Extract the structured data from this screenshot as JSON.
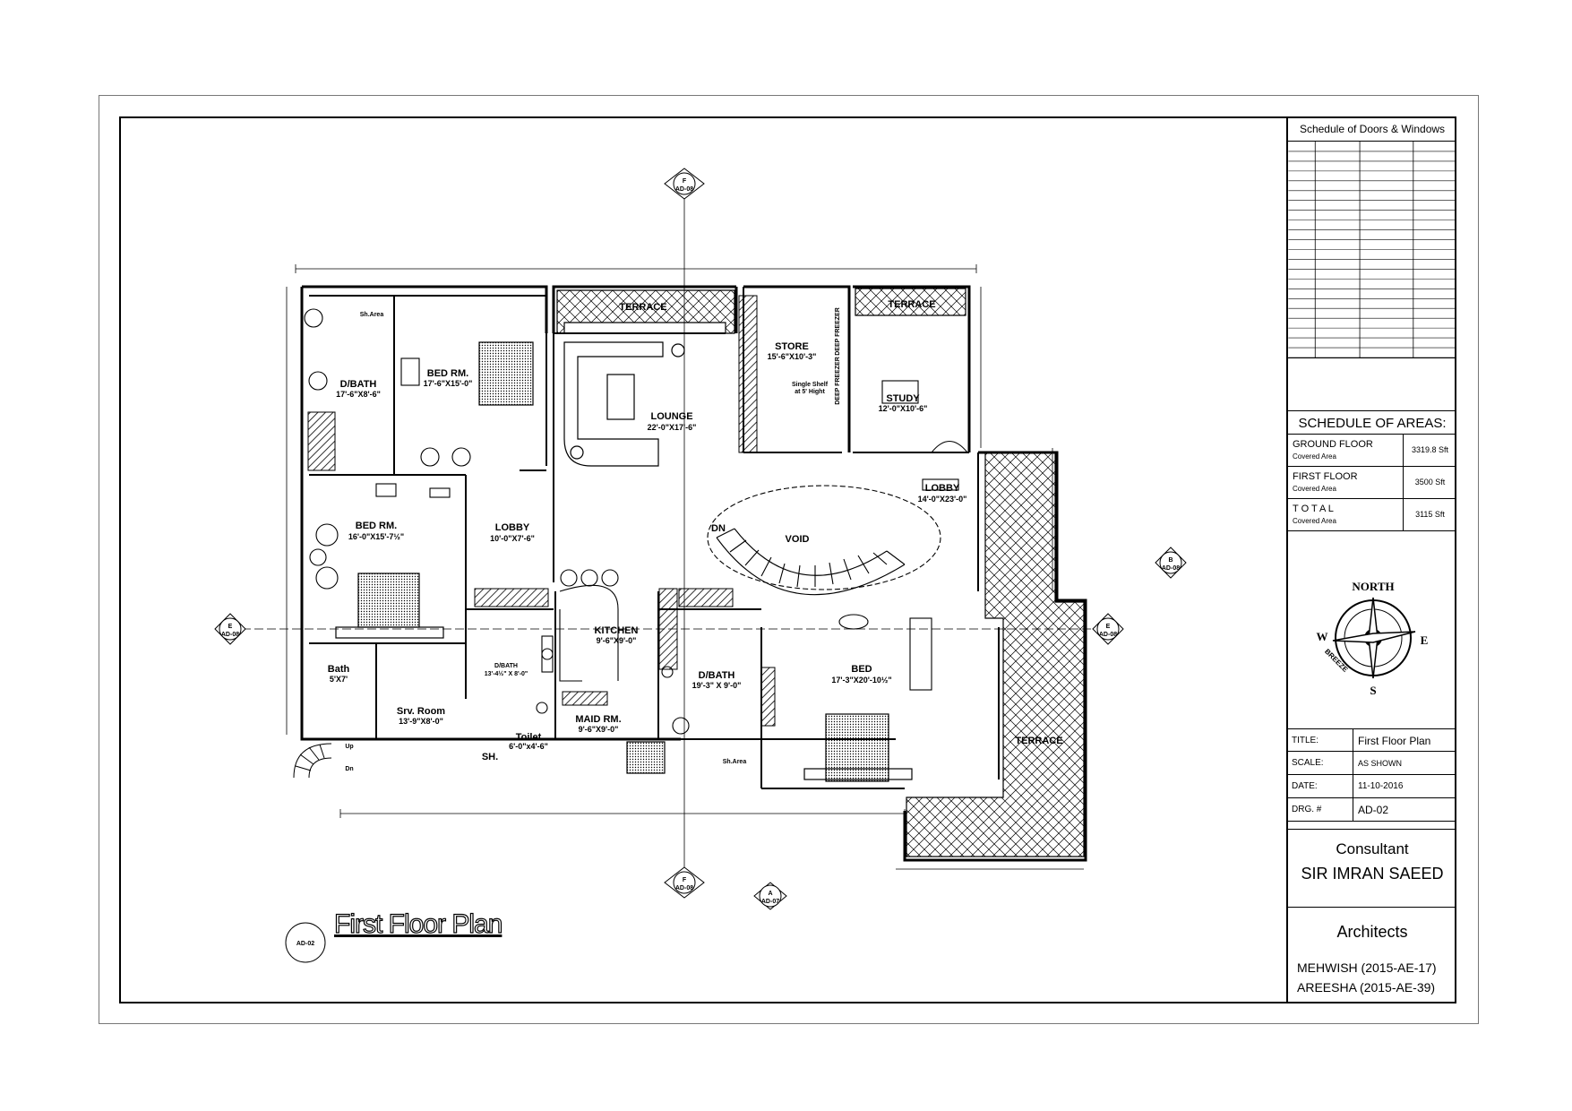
{
  "drawing": {
    "title": "First Floor Plan",
    "title_ref": "AD-02",
    "rooms": [
      {
        "name": "Sh.Area",
        "dims": ""
      },
      {
        "name": "BED RM.",
        "dims": "17'-6\"X15'-0\""
      },
      {
        "name": "D/BATH",
        "dims": "17'-6\"X8'-6\""
      },
      {
        "name": "TERRACE",
        "dims": ""
      },
      {
        "name": "LOUNGE",
        "dims": "22'-0\"X17'-6\""
      },
      {
        "name": "STORE",
        "dims": "15'-6\"X10'-3\""
      },
      {
        "name": "TERRACE",
        "dims": ""
      },
      {
        "name": "STUDY",
        "dims": "12'-0\"X10'-6\""
      },
      {
        "name": "BED RM.",
        "dims": "16'-0\"X15'-7½\""
      },
      {
        "name": "LOBBY",
        "dims": "10'-0\"X7'-6\""
      },
      {
        "name": "LOBBY",
        "dims": "14'-0\"X23'-0\""
      },
      {
        "name": "VOID",
        "dims": ""
      },
      {
        "name": "DN",
        "dims": ""
      },
      {
        "name": "KITCHEN",
        "dims": "9'-6\"X9'-0\""
      },
      {
        "name": "Bath",
        "dims": "5'X7'"
      },
      {
        "name": "Srv. Room",
        "dims": "13'-9\"X8'-0\""
      },
      {
        "name": "D/BATH",
        "dims": "13'-4½\" X 8'-0\""
      },
      {
        "name": "D/BATH",
        "dims": "19'-3\" X 9'-0\""
      },
      {
        "name": "BED",
        "dims": "17'-3\"X20'-10½\""
      },
      {
        "name": "MAID RM.",
        "dims": "9'-6\"X9'-0\""
      },
      {
        "name": "Toilet",
        "dims": "6'-0\"x4'-6\""
      },
      {
        "name": "SH.",
        "dims": ""
      },
      {
        "name": "Sh.Area",
        "dims": ""
      },
      {
        "name": "TERRACE",
        "dims": ""
      }
    ],
    "stair_labels": {
      "up": "Up",
      "down": "Dn"
    },
    "freezer_label": "DEEP FREEZER",
    "shelf_note_1": "Single Shelf",
    "shelf_note_2": "at 5' Hight",
    "section_marks": [
      {
        "letter": "F",
        "ref": "AD-08"
      },
      {
        "letter": "F",
        "ref": "AD-08"
      },
      {
        "letter": "E",
        "ref": "AD-08"
      },
      {
        "letter": "E",
        "ref": "AD-08"
      },
      {
        "letter": "B",
        "ref": "AD-08"
      },
      {
        "letter": "A",
        "ref": "AD-07"
      }
    ]
  },
  "title_block": {
    "schedule_doors_windows": "Schedule of Doors & Windows",
    "schedule_of_areas": "SCHEDULE OF AREAS:",
    "areas": [
      {
        "name": "GROUND FLOOR",
        "sub": "Covered Area",
        "value": "3319.8 Sft"
      },
      {
        "name": "FIRST FLOOR",
        "sub": "Covered Area",
        "value": "3500 Sft"
      },
      {
        "name": "T O T A L",
        "sub": "Covered Area",
        "value": "3115 Sft"
      }
    ],
    "compass": {
      "north": "NORTH",
      "south": "S",
      "east": "E",
      "west": "W",
      "note": "BREEZE"
    },
    "info": [
      {
        "key": "TITLE:",
        "value": "First Floor Plan"
      },
      {
        "key": "SCALE:",
        "value": "AS SHOWN"
      },
      {
        "key": "DATE:",
        "value": "11-10-2016"
      },
      {
        "key": "DRG. #",
        "value": "AD-02"
      }
    ],
    "consultant_label": "Consultant",
    "consultant_name": "SIR IMRAN SAEED",
    "architects_label": "Architects",
    "architects": [
      "MEHWISH (2015-AE-17)",
      "AREESHA (2015-AE-39)"
    ]
  }
}
